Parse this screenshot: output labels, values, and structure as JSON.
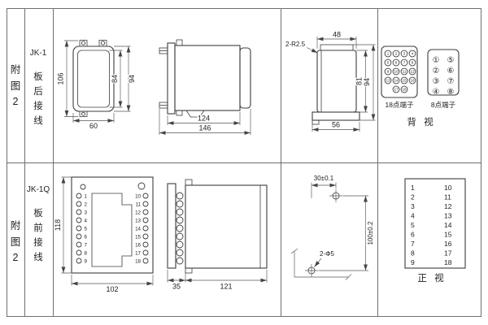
{
  "meta": {
    "bg": "#ffffff",
    "line_color": "#3d3d3d"
  },
  "rows": {
    "top": {
      "fig1": "附",
      "fig2": "图",
      "fig3": "2",
      "model": "JK-1",
      "w1": "板",
      "w2": "后",
      "w3": "接",
      "w4": "线"
    },
    "bottom": {
      "fig1": "附",
      "fig2": "图",
      "fig3": "2",
      "model": "JK-1Q",
      "w1": "板",
      "w2": "前",
      "w3": "接",
      "w4": "线"
    }
  },
  "front_view": {
    "dim_total_h": "106",
    "dim_inner_h": "84",
    "dim_outer_h": "94",
    "dim_w": "60"
  },
  "side_view": {
    "dim_body": "124",
    "dim_total": "146"
  },
  "rear_view": {
    "radius_label": "2-R2.5",
    "dim_top_w": "48",
    "dim_inner_h": "81",
    "dim_total_h": "94",
    "dim_bottom_w": "56"
  },
  "back_terminals": {
    "t18_label": "18点端子",
    "t8_label": "8点端子",
    "view_label": "背 视",
    "t8_left": [
      "①",
      "②",
      "③",
      "④"
    ],
    "t8_right": [
      "⑤",
      "⑥",
      "⑦",
      "⑧"
    ]
  },
  "nums_1_18": [
    "1",
    "2",
    "3",
    "4",
    "5",
    "6",
    "7",
    "8",
    "9",
    "10",
    "11",
    "12",
    "13",
    "14",
    "15",
    "16",
    "17",
    "18"
  ],
  "nums_1_9": [
    "1",
    "2",
    "3",
    "4",
    "5",
    "6",
    "7",
    "8",
    "9"
  ],
  "nums_10_18": [
    "10",
    "11",
    "12",
    "13",
    "14",
    "15",
    "16",
    "17",
    "18"
  ],
  "q_front_view": {
    "dim_h": "118",
    "dim_w": "102"
  },
  "q_side_view": {
    "dim_depth": "35",
    "dim_body": "121"
  },
  "drill": {
    "dim_h": "30±0.1",
    "dim_v": "100±0.2",
    "hole_label": "2-Φ5"
  },
  "front_terminals": {
    "view_label": "正 视"
  }
}
